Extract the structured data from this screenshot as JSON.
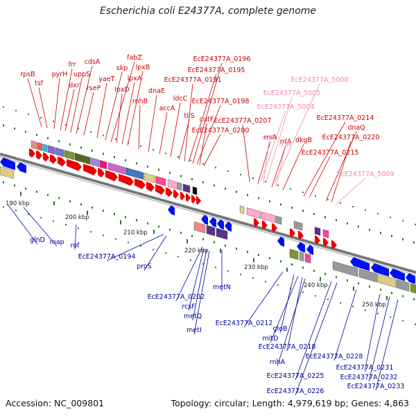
{
  "title": "Escherichia coli E24377A, complete genome",
  "accession_text": "Accession: NC_009801",
  "summary_text": "Topology: circular; Length: 4,979,619 bp; Genes: 4,863",
  "colors": {
    "forward_label": "#cc0000",
    "forward_label_light": "#ee88aa",
    "reverse_label": "#000099",
    "tick": "#227722",
    "track_line": "#888888"
  },
  "ruler_labels": [
    "190 kbp",
    "200 kbp",
    "210 kbp",
    "220 kbp",
    "230 kbp",
    "240 kbp",
    "250 kbp"
  ],
  "forward_genes": [
    "rpsB",
    "tsf",
    "pyrH",
    "frr",
    "dxr",
    "uppS",
    "cdsA",
    "rseP",
    "yaeT",
    "skp",
    "fabZ",
    "lpxD",
    "lpxA",
    "lpxB",
    "rnhB",
    "dnaE",
    "accA",
    "ldcC",
    "tilS",
    "EcE24377A_0191",
    "EcE24377A_0195",
    "EcE24377A_0196",
    "EcE24377A_0198",
    "cutF",
    "EcE24377A_0200",
    "EcE24377A_0207",
    "rrsA",
    "rrlA",
    "dkgB",
    "EcE24377A_0214",
    "EcE24377A_0215",
    "dnaQ",
    "EcE24377A_0220"
  ],
  "forward_genes_light": [
    "EcE24377A_5008",
    "EcE24377A_5005",
    "EcE24377A_5004",
    "rrsA",
    "rrlA",
    "EcE24377A_5009"
  ],
  "reverse_genes": [
    "glnD",
    "map",
    "rof",
    "EcE24377A_0194",
    "proS",
    "EcE24377A_0202",
    "rcsF",
    "metQ",
    "metI",
    "metN",
    "EcE24377A_0212",
    "gloB",
    "mltD",
    "EcE24377A_0218",
    "rnhA",
    "EcE24377A_0225",
    "EcE24377A_0226",
    "EcE24377A_0228",
    "EcE24377A_0231",
    "EcE24377A_0232",
    "EcE24377A_0233"
  ]
}
